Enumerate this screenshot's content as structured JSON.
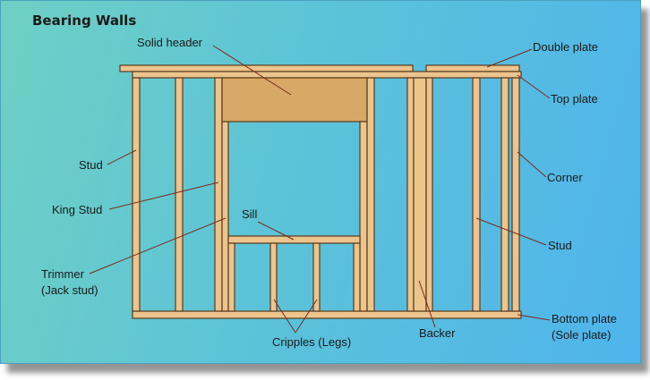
{
  "title": "Bearing Walls",
  "labels": {
    "solid_header": "Solid header",
    "double_plate": "Double plate",
    "top_plate": "Top plate",
    "stud_left": "Stud",
    "corner": "Corner",
    "king_stud": "King Stud",
    "sill": "Sill",
    "stud_right": "Stud",
    "trimmer_line1": "Trimmer",
    "trimmer_line2": "(Jack stud)",
    "cripples": "Cripples (Legs)",
    "backer": "Backer",
    "bottom_plate_line1": "Bottom plate",
    "bottom_plate_line2": "(Sole plate)"
  },
  "colors": {
    "background_left": "#6fd0c4",
    "background_right": "#4fb4ec",
    "lumber": "#ecc48d",
    "header": "#d8a866",
    "outline": "#5a3a1a",
    "leader": "#7a2a1a"
  }
}
